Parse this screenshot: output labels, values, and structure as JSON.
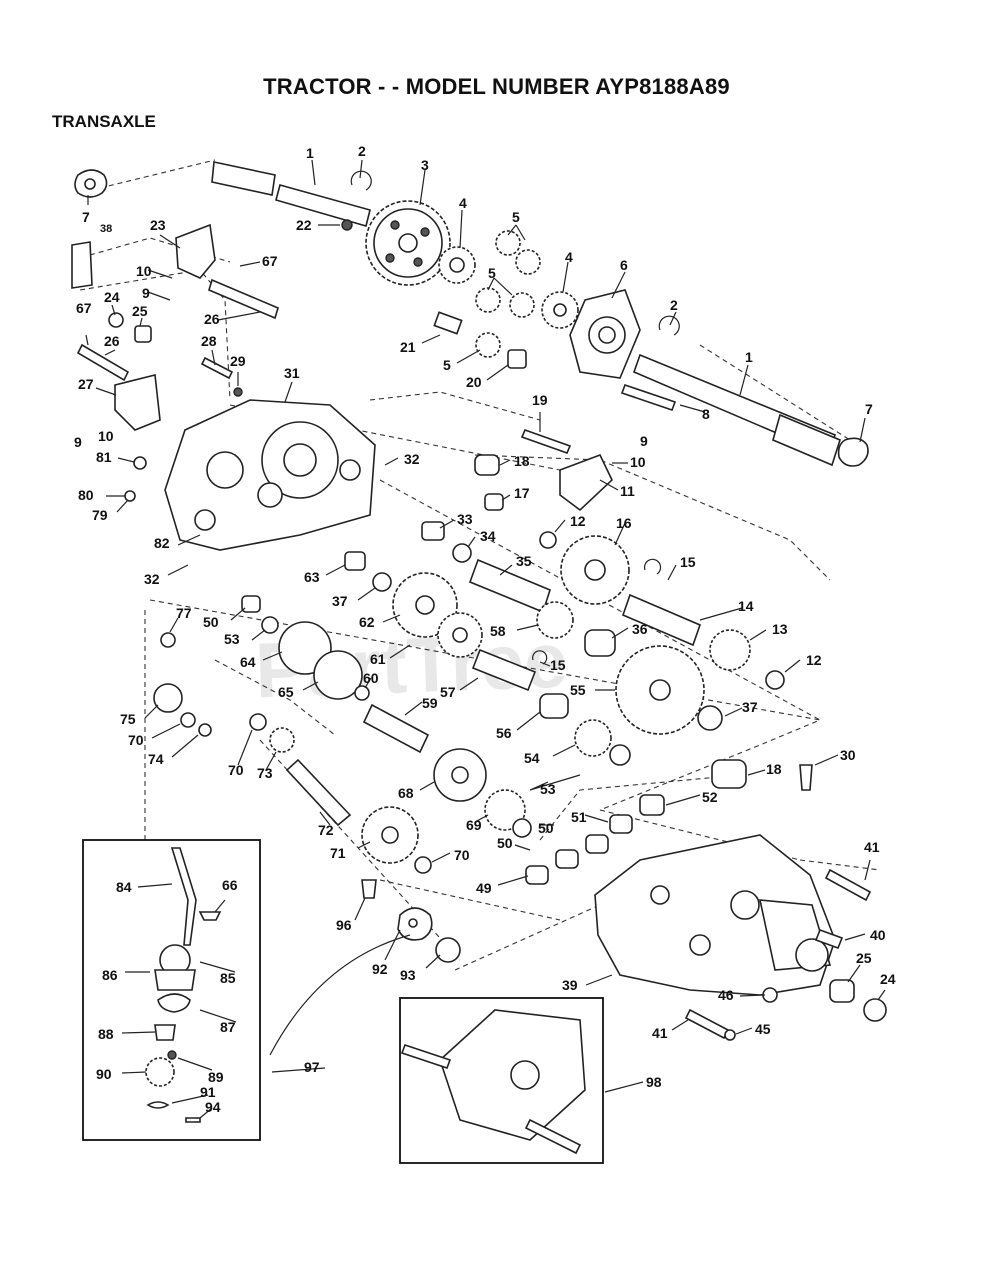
{
  "header": {
    "title": "TRACTOR - - MODEL NUMBER AYP8188A89",
    "section": "TRANSAXLE"
  },
  "watermark": {
    "text": "PartTree"
  },
  "callouts": [
    "1",
    "2",
    "3",
    "4",
    "5",
    "5",
    "4",
    "6",
    "2",
    "1",
    "7",
    "7",
    "38",
    "23",
    "67",
    "22",
    "10",
    "9",
    "24",
    "25",
    "26",
    "67",
    "26",
    "28",
    "29",
    "21",
    "5",
    "20",
    "8",
    "7",
    "27",
    "9",
    "10",
    "31",
    "19",
    "9",
    "10",
    "11",
    "81",
    "32",
    "18",
    "17",
    "80",
    "79",
    "12",
    "16",
    "33",
    "34",
    "82",
    "32",
    "63",
    "35",
    "15",
    "37",
    "14",
    "62",
    "50",
    "77",
    "53",
    "58",
    "36",
    "13",
    "64",
    "61",
    "15",
    "12",
    "65",
    "60",
    "57",
    "55",
    "59",
    "75",
    "37",
    "70",
    "74",
    "56",
    "54",
    "70",
    "73",
    "68",
    "30",
    "18",
    "53",
    "52",
    "50",
    "51",
    "72",
    "69",
    "71",
    "70",
    "50",
    "49",
    "41",
    "84",
    "66",
    "96",
    "92",
    "93",
    "40",
    "86",
    "85",
    "25",
    "24",
    "39",
    "46",
    "87",
    "41",
    "45",
    "88",
    "89",
    "97",
    "90",
    "91",
    "94",
    "98"
  ]
}
